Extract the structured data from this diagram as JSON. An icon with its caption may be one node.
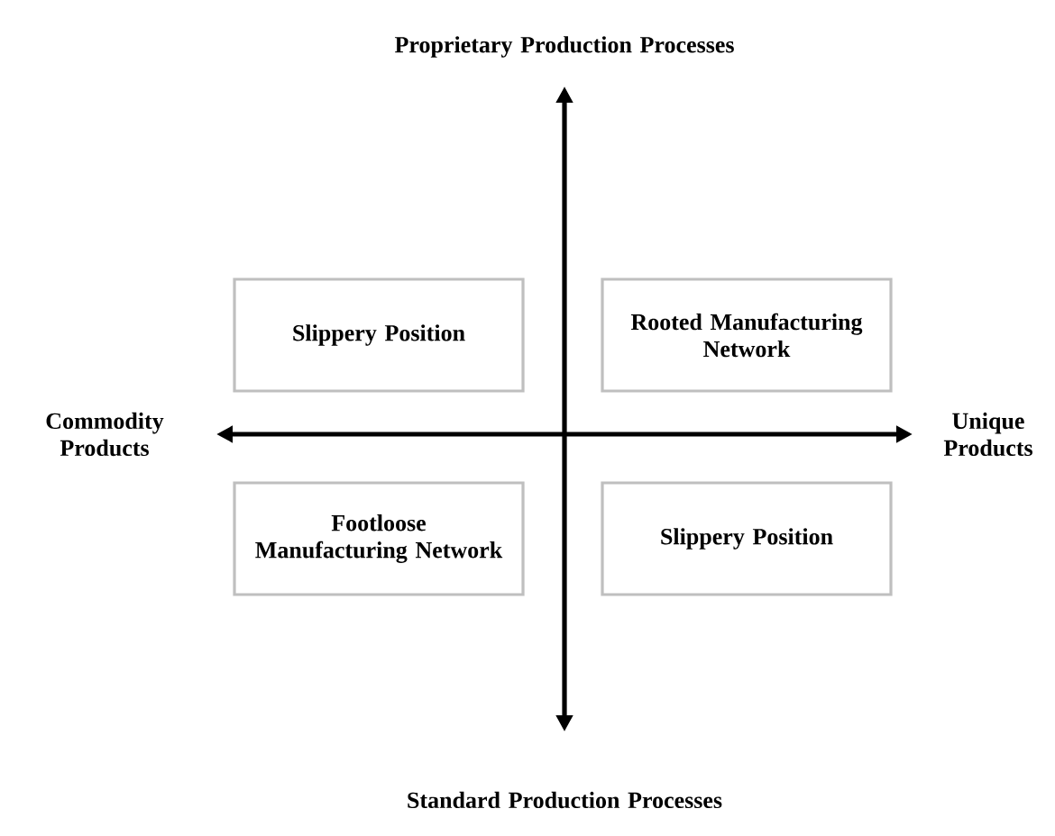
{
  "diagram": {
    "nodes": [
      {
        "text": [
          "Slippery Position"
        ]
      },
      {
        "text": [
          "Rooted Manufacturing Network"
        ]
      },
      {
        "text": [
          "Footloose Manufacturing Network"
        ]
      },
      {
        "text": [
          "Slippery Position"
        ]
      }
    ],
    "edges": [],
    "labels": [
      "Proprietary Production Processes",
      "Commodity Products",
      "Unique Products",
      "Standard Production Processes"
    ]
  }
}
